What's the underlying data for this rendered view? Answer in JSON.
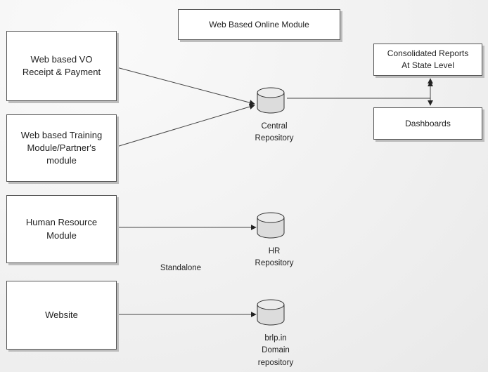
{
  "diagram": {
    "title": "Web Based Online Module",
    "modules": {
      "vo": "Web based VO\nReceipt & Payment",
      "training": "Web based Training\nModule/Partner's\nmodule",
      "hr": "Human Resource\nModule",
      "website": "Website"
    },
    "repositories": {
      "central": "Central\nRepository",
      "hr": "HR\nRepository",
      "domain": "brlp.in\nDomain\nrepository"
    },
    "outputs": {
      "reports": "Consolidated Reports\nAt State Level",
      "dashboards": "Dashboards"
    },
    "note": "Standalone"
  }
}
